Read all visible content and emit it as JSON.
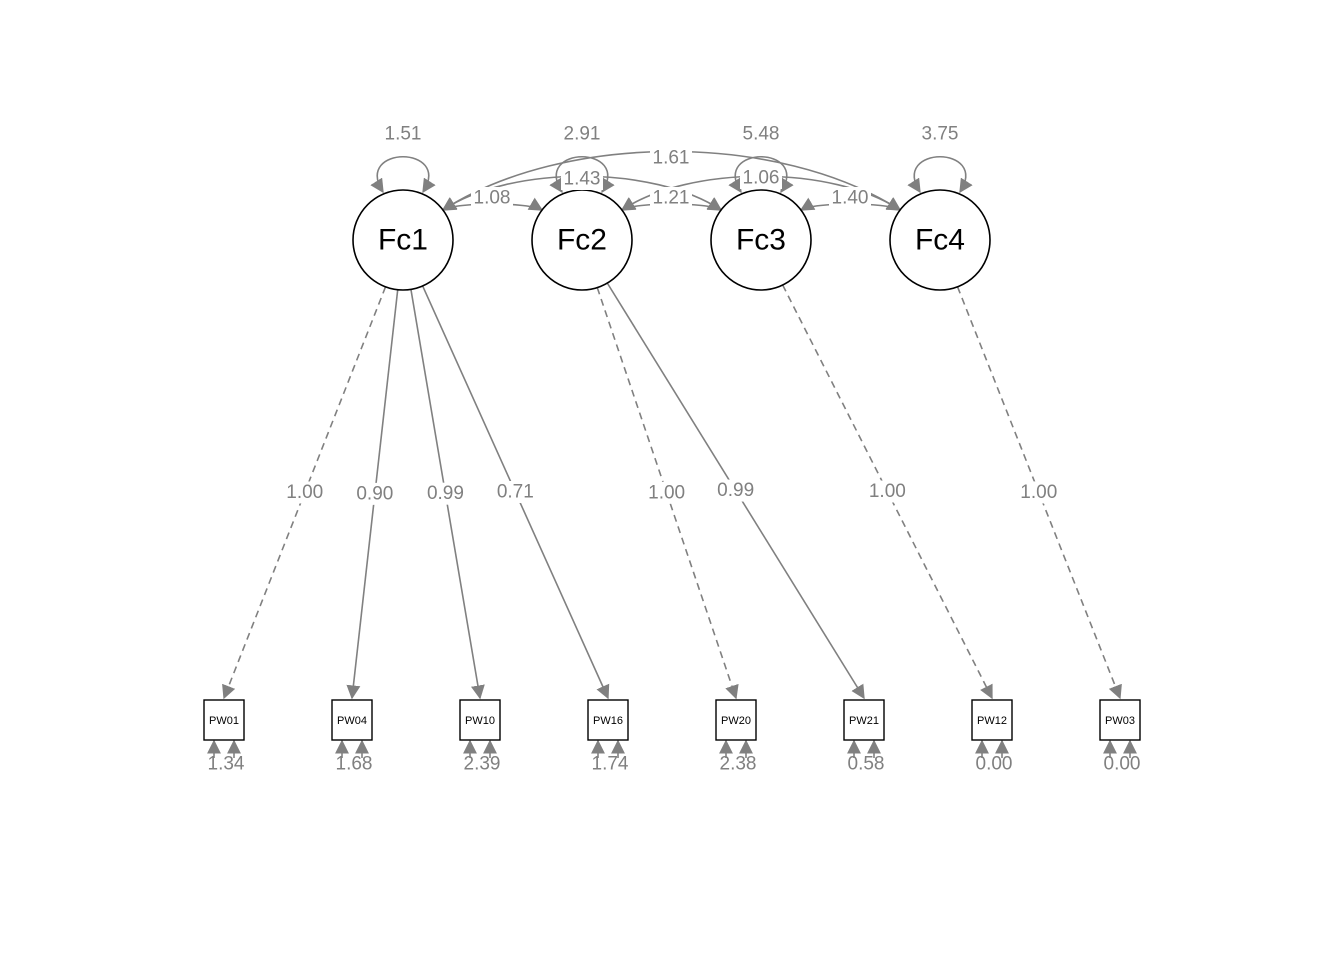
{
  "diagram": {
    "type": "sem-path-diagram",
    "colors": {
      "edge": "#808080",
      "node_stroke": "#000000",
      "text": "#000000",
      "background": "#ffffff"
    },
    "latents": [
      {
        "id": "Fc1",
        "label": "Fc1",
        "variance": "1.51"
      },
      {
        "id": "Fc2",
        "label": "Fc2",
        "variance": "2.91"
      },
      {
        "id": "Fc3",
        "label": "Fc3",
        "variance": "5.48"
      },
      {
        "id": "Fc4",
        "label": "Fc4",
        "variance": "3.75"
      }
    ],
    "covariances": [
      {
        "from": "Fc1",
        "to": "Fc2",
        "value": "1.08"
      },
      {
        "from": "Fc1",
        "to": "Fc3",
        "value": "1.43"
      },
      {
        "from": "Fc1",
        "to": "Fc4",
        "value": "1.61"
      },
      {
        "from": "Fc2",
        "to": "Fc3",
        "value": "1.21"
      },
      {
        "from": "Fc2",
        "to": "Fc4",
        "value": "1.06"
      },
      {
        "from": "Fc3",
        "to": "Fc4",
        "value": "1.40"
      }
    ],
    "manifests": [
      {
        "id": "PW01",
        "label": "PW01",
        "residual": "1.34"
      },
      {
        "id": "PW04",
        "label": "PW04",
        "residual": "1.68"
      },
      {
        "id": "PW10",
        "label": "PW10",
        "residual": "2.39"
      },
      {
        "id": "PW16",
        "label": "PW16",
        "residual": "1.74"
      },
      {
        "id": "PW20",
        "label": "PW20",
        "residual": "2.38"
      },
      {
        "id": "PW21",
        "label": "PW21",
        "residual": "0.58"
      },
      {
        "id": "PW12",
        "label": "PW12",
        "residual": "0.00"
      },
      {
        "id": "PW03",
        "label": "PW03",
        "residual": "0.00"
      }
    ],
    "loadings": [
      {
        "from": "Fc1",
        "to": "PW01",
        "value": "1.00",
        "fixed": true
      },
      {
        "from": "Fc1",
        "to": "PW04",
        "value": "0.90",
        "fixed": false
      },
      {
        "from": "Fc1",
        "to": "PW10",
        "value": "0.99",
        "fixed": false
      },
      {
        "from": "Fc1",
        "to": "PW16",
        "value": "0.71",
        "fixed": false
      },
      {
        "from": "Fc2",
        "to": "PW20",
        "value": "1.00",
        "fixed": true
      },
      {
        "from": "Fc2",
        "to": "PW21",
        "value": "0.99",
        "fixed": false
      },
      {
        "from": "Fc3",
        "to": "PW12",
        "value": "1.00",
        "fixed": true
      },
      {
        "from": "Fc4",
        "to": "PW03",
        "value": "1.00",
        "fixed": true
      }
    ]
  }
}
